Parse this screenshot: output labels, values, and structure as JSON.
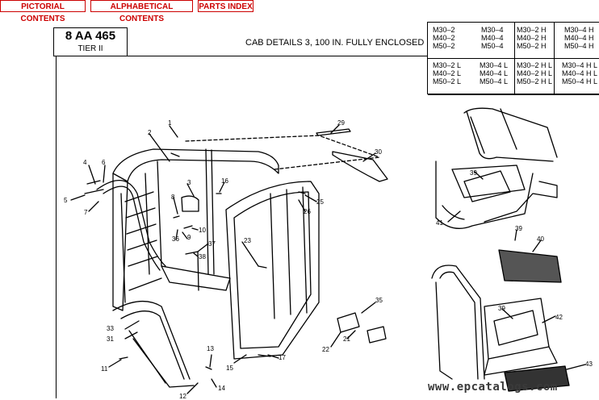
{
  "nav": {
    "pictorial": "PICTORIAL CONTENTS",
    "alphabetical": "ALPHABETICAL CONTENTS",
    "parts_index": "PARTS INDEX"
  },
  "header": {
    "code": "8 AA 465",
    "tier": "TIER II",
    "title": "CAB DETAILS 3, 100 IN. FULLY ENCLOSED"
  },
  "models": {
    "top": [
      [
        "M30–2",
        "M40–2",
        "M50–2"
      ],
      [
        "M30–4",
        "M40–4",
        "M50–4"
      ],
      [
        "M30–2 H",
        "M40–2 H",
        "M50–2 H"
      ],
      [
        "M30–4 H",
        "M40–4 H",
        "M50–4 H"
      ]
    ],
    "bottom": [
      [
        "M30–2 L",
        "M40–2 L",
        "M50–2 L"
      ],
      [
        "M30–4 L",
        "M40–4 L",
        "M50–4 L"
      ],
      [
        "M30–2 H L",
        "M40–2 H L",
        "M50–2 H L"
      ],
      [
        "M30–4 H L",
        "M40–4 H L",
        "M50–4 H L"
      ]
    ]
  },
  "callouts": [
    "1",
    "2",
    "3",
    "4",
    "5",
    "6",
    "7",
    "8",
    "9",
    "10",
    "11",
    "12",
    "13",
    "14",
    "15",
    "16",
    "17",
    "21",
    "22",
    "23",
    "25",
    "26",
    "29",
    "30",
    "31",
    "33",
    "35",
    "36",
    "37",
    "38",
    "39",
    "39",
    "39",
    "40",
    "41",
    "42",
    "43"
  ],
  "watermark": "www.epcatalogs.com"
}
